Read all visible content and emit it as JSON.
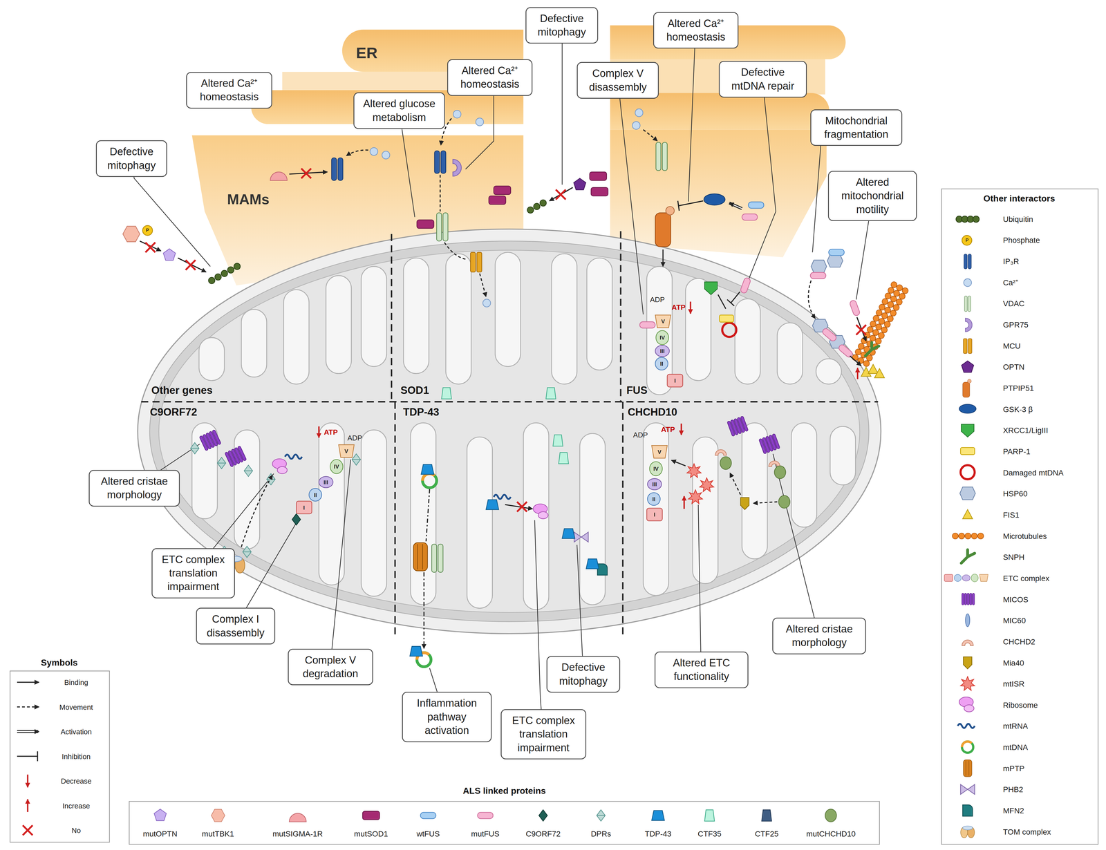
{
  "diagram": {
    "nodes": [
      {
        "text": [
          "Defective mitophagy"
        ]
      },
      {
        "text": [
          "Altered Ca²⁺ homeostasis"
        ]
      },
      {
        "text": [
          "Altered Ca²⁺ homeostasis"
        ]
      },
      {
        "text": [
          "Complex V disassembly"
        ]
      },
      {
        "text": [
          "Defective mtDNA repair"
        ]
      },
      {
        "text": [
          "Altered Ca²⁺ homeostasis"
        ]
      },
      {
        "text": [
          "Altered glucose metabolism"
        ]
      },
      {
        "text": [
          "Mitochondrial fragmentation"
        ]
      },
      {
        "text": [
          "Defective mitophagy"
        ]
      },
      {
        "text": [
          "Altered mitochondrial motility"
        ]
      },
      {
        "text": [
          "Altered cristae morphology"
        ]
      },
      {
        "text": [
          "ETC complex translation impairment"
        ]
      },
      {
        "text": [
          "Complex I disassembly"
        ]
      },
      {
        "text": [
          "Altered cristae morphology"
        ]
      },
      {
        "text": [
          "Complex V degradation"
        ]
      },
      {
        "text": [
          "Altered ETC functionality"
        ]
      },
      {
        "text": [
          "Defective mitophagy"
        ]
      },
      {
        "text": [
          "Inflammation pathway activation"
        ]
      },
      {
        "text": [
          "ETC complex translation impairment"
        ]
      }
    ],
    "labels": [
      "ER",
      "MAMs",
      "Other genes",
      "SOD1",
      "FUS",
      "C9ORF72",
      "TDP-43",
      "CHCHD10",
      "Other interactors",
      "Symbols",
      "ALS linked proteins",
      "ADP",
      "ATP",
      "V",
      "IV",
      "III",
      "II",
      "I",
      "ATP",
      "ADP",
      "V",
      "IV",
      "III",
      "II",
      "I",
      "ADP",
      "ATP",
      "V",
      "IV",
      "III",
      "II",
      "I",
      "P",
      "P"
    ],
    "legend": [
      {
        "text": "Ubiquitin"
      },
      {
        "text": "Phosphate"
      },
      {
        "text": "IP₃R"
      },
      {
        "text": "Ca²⁺"
      },
      {
        "text": "VDAC"
      },
      {
        "text": "GPR75"
      },
      {
        "text": "MCU"
      },
      {
        "text": "OPTN"
      },
      {
        "text": "PTPIP51"
      },
      {
        "text": "GSK-3 β"
      },
      {
        "text": "XRCC1/LigIII"
      },
      {
        "text": "PARP-1"
      },
      {
        "text": "Damaged mtDNA"
      },
      {
        "text": "HSP60"
      },
      {
        "text": "FIS1"
      },
      {
        "text": "Microtubules"
      },
      {
        "text": "SNPH"
      },
      {
        "text": "ETC complex"
      },
      {
        "text": "MICOS"
      },
      {
        "text": "MIC60"
      },
      {
        "text": "CHCHD2"
      },
      {
        "text": "Mia40"
      },
      {
        "text": "mtISR"
      },
      {
        "text": "Ribosome"
      },
      {
        "text": "mtRNA"
      },
      {
        "text": "mtDNA"
      },
      {
        "text": "mPTP"
      },
      {
        "text": "PHB2"
      },
      {
        "text": "MFN2"
      },
      {
        "text": "TOM complex"
      },
      {
        "text": "Binding"
      },
      {
        "text": "Movement"
      },
      {
        "text": "Activation"
      },
      {
        "text": "Inhibition"
      },
      {
        "text": "Decrease"
      },
      {
        "text": "Increase"
      },
      {
        "text": "No"
      },
      {
        "text": "mutOPTN"
      },
      {
        "text": "mutTBK1"
      },
      {
        "text": "mutSIGMA-1R"
      },
      {
        "text": "mutSOD1"
      },
      {
        "text": "wtFUS"
      },
      {
        "text": "mutFUS"
      },
      {
        "text": "C9ORF72"
      },
      {
        "text": "DPRs"
      },
      {
        "text": "TDP-43"
      },
      {
        "text": "CTF35"
      },
      {
        "text": "CTF25"
      },
      {
        "text": "mutCHCHD10"
      }
    ]
  }
}
